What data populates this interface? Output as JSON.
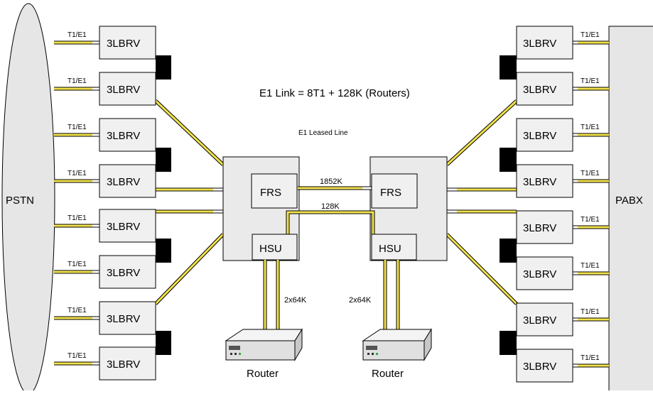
{
  "title": "E1 Link = 8T1 + 128K (Routers)",
  "leased_line_label": "E1 Leased Line",
  "left_network": "PSTN",
  "right_network": "PABX",
  "unit_label": "3LBRV",
  "link_label": "T1/E1",
  "frs_label": "FRS",
  "hsu_label": "HSU",
  "router_label": "Router",
  "link_1852k": "1852K",
  "link_128k": "128K",
  "router_link_label": "2x64K",
  "colors": {
    "cable": "#f2e24a",
    "box": "#f0f0f0",
    "switch": "#eaeaea",
    "black": "#000000"
  },
  "icons": {
    "router": "router-icon"
  }
}
